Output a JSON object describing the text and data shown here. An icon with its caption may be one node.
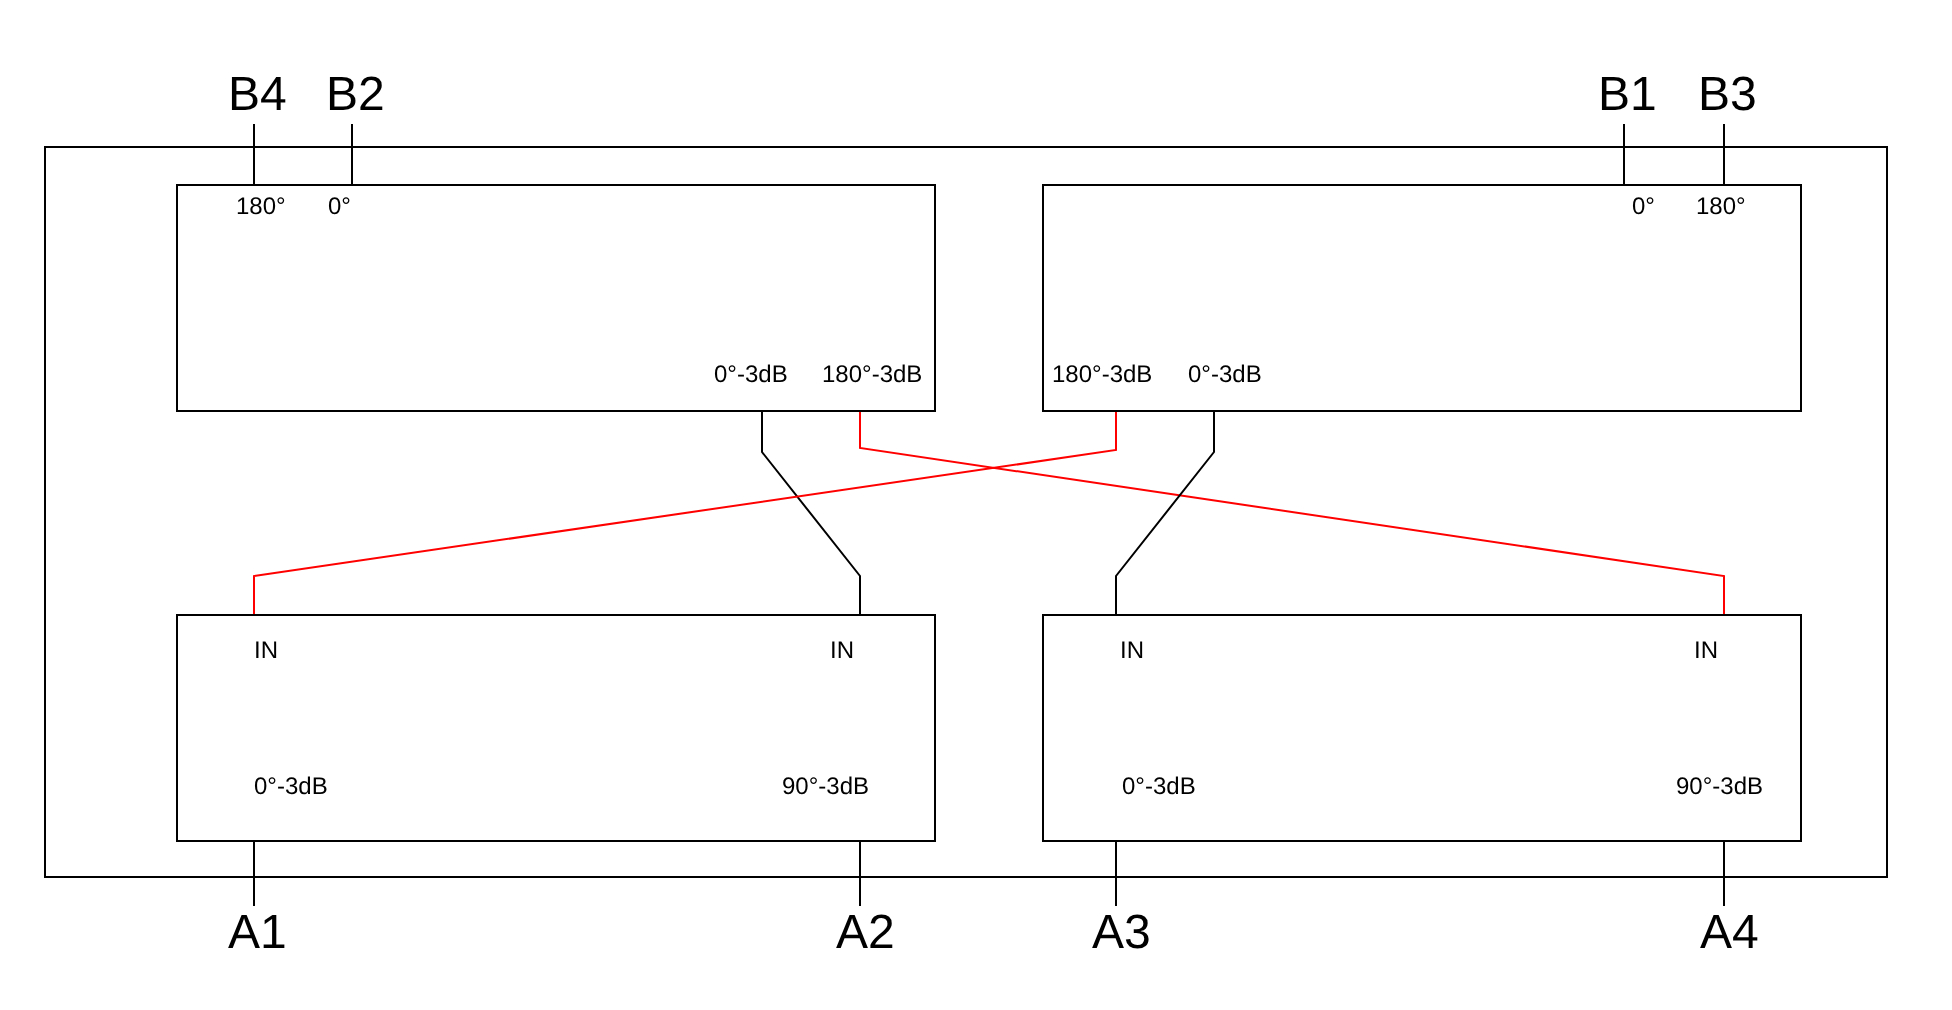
{
  "diagram": {
    "nodes": [
      {
        "text": [
          "B4"
        ]
      },
      {
        "text": [
          "B2"
        ]
      },
      {
        "text": [
          "B1"
        ]
      },
      {
        "text": [
          "B3"
        ]
      },
      {
        "text": [],
        "shape": "box"
      },
      {
        "text": [
          "180°",
          "0°",
          "0°-3dB",
          "180°-3dB"
        ],
        "in": 4
      },
      {
        "text": [
          "0°",
          "180°",
          "180°-3dB",
          "0°-3dB"
        ],
        "in": 4
      },
      {
        "text": [
          "IN",
          "IN",
          "0°-3dB",
          "90°-3dB"
        ],
        "in": 4
      },
      {
        "text": [
          "IN",
          "IN",
          "0°-3dB",
          "90°-3dB"
        ],
        "in": 4
      },
      {
        "text": [
          "A1"
        ]
      },
      {
        "text": [
          "A2"
        ]
      },
      {
        "text": [
          "A3"
        ]
      },
      {
        "text": [
          "A4"
        ]
      }
    ],
    "edges": [
      {
        "from": 0,
        "to": 5,
        "arrow": "none"
      },
      {
        "from": 1,
        "to": 5,
        "arrow": "none"
      },
      {
        "from": 2,
        "to": 6,
        "arrow": "none"
      },
      {
        "from": 3,
        "to": 6,
        "arrow": "none"
      },
      {
        "from": 5,
        "to": 7,
        "arrow": "none"
      },
      {
        "from": 5,
        "to": 8,
        "arrow": "none",
        "color": "#ff0000"
      },
      {
        "from": 6,
        "to": 7,
        "arrow": "none",
        "color": "#ff0000"
      },
      {
        "from": 6,
        "to": 8,
        "arrow": "none"
      },
      {
        "from": 7,
        "to": 9,
        "arrow": "none"
      },
      {
        "from": 7,
        "to": 10,
        "arrow": "none"
      },
      {
        "from": 8,
        "to": 11,
        "arrow": "none"
      },
      {
        "from": 8,
        "to": 12,
        "arrow": "none"
      }
    ]
  }
}
